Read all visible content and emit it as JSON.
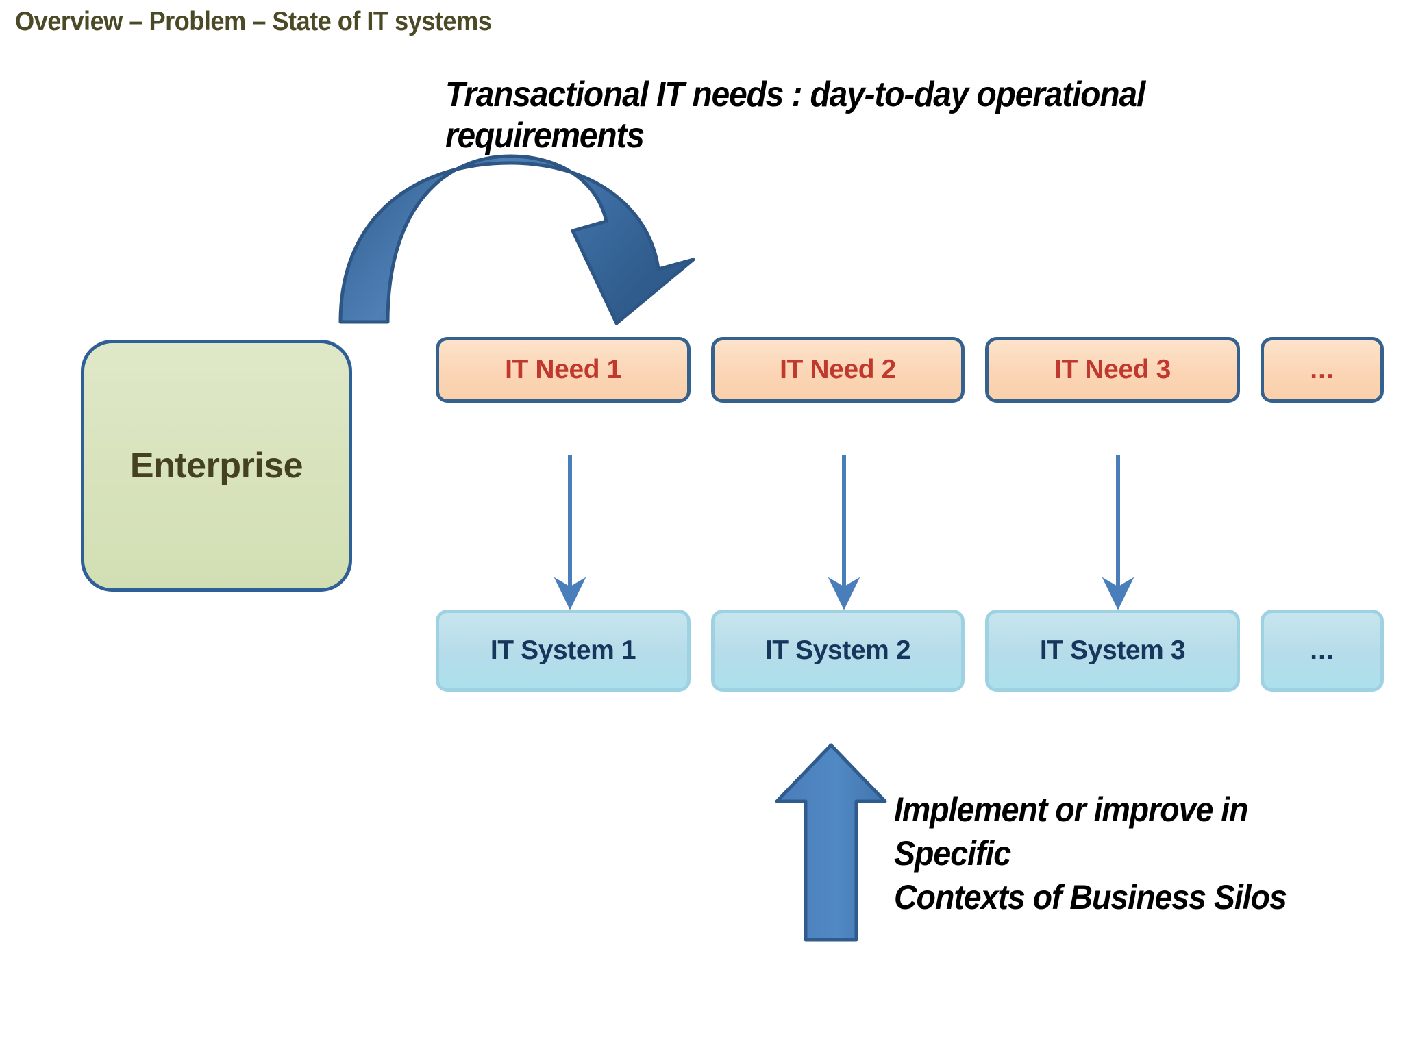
{
  "slide": {
    "title": "Overview – Problem – State of IT systems",
    "background_color": "#ffffff"
  },
  "headline": {
    "text": "Transactional IT needs : day-to-day operational requirements"
  },
  "caption": {
    "line1": "Implement or improve in",
    "line2": "Specific",
    "line3": "Contexts of Business Silos"
  },
  "enterprise": {
    "label": "Enterprise",
    "fill_color": "#d7e2bb",
    "border_color": "#2e5f96",
    "text_color": "#44411f"
  },
  "needs_row": {
    "fill_color": "#fbd5b5",
    "border_color": "#35618f",
    "text_color": "#c0392e",
    "items": [
      {
        "label": "IT Need 1"
      },
      {
        "label": "IT Need 2"
      },
      {
        "label": "IT Need 3"
      },
      {
        "label": "..."
      }
    ]
  },
  "systems_row": {
    "fill_color": "#b5dce9",
    "border_color": "#9ed2e2",
    "text_color": "#17365d",
    "items": [
      {
        "label": "IT System 1"
      },
      {
        "label": "IT System 2"
      },
      {
        "label": "IT System 3"
      },
      {
        "label": "..."
      }
    ]
  },
  "arrows": {
    "curved_arrow_color": "#35699f",
    "down_arrow_color": "#4a7ebb",
    "up_arrow_color": "#4e81bd",
    "up_arrow_border_color": "#2e5f96"
  }
}
